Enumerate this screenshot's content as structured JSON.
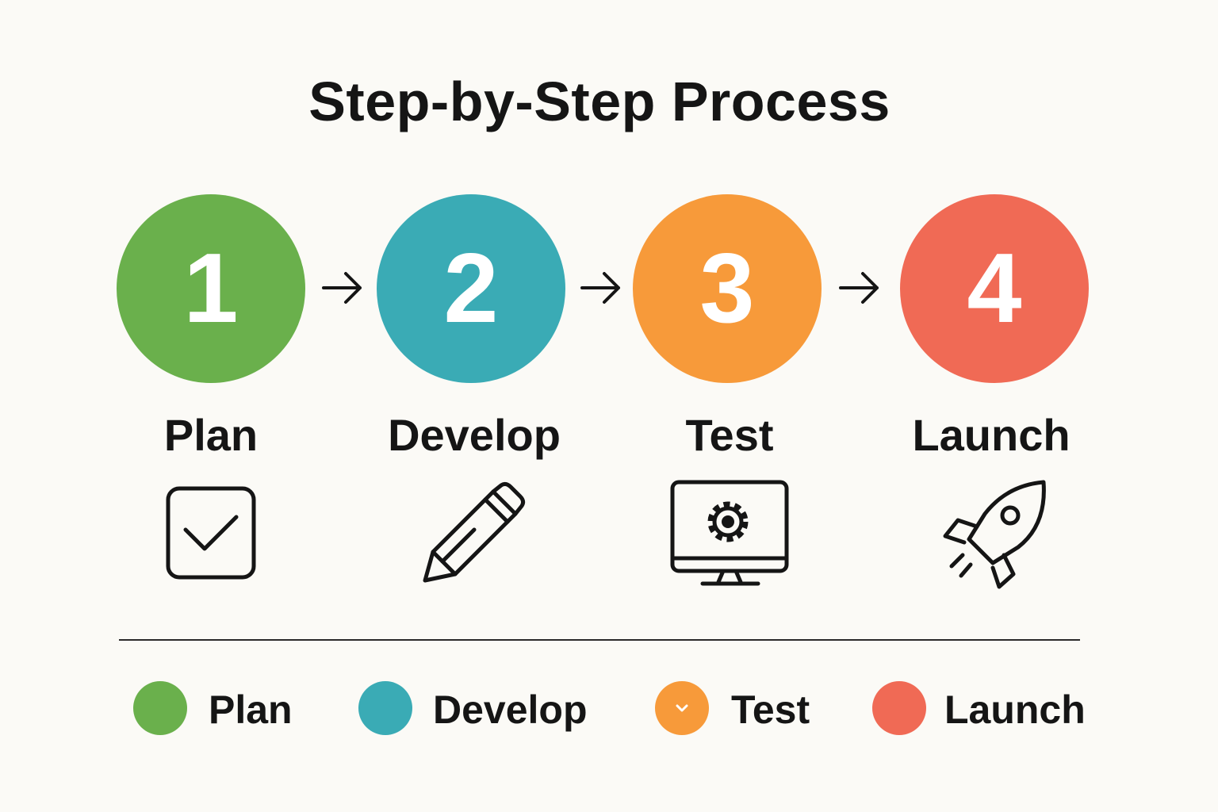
{
  "title": "Step-by-Step Process",
  "steps": [
    {
      "number": "1",
      "label": "Plan",
      "color": "#6ab04c",
      "icon": "checkbox-icon"
    },
    {
      "number": "2",
      "label": "Develop",
      "color": "#3aabb5",
      "icon": "pencil-icon"
    },
    {
      "number": "3",
      "label": "Test",
      "color": "#f79a3a",
      "icon": "monitor-gear-icon"
    },
    {
      "number": "4",
      "label": "Launch",
      "color": "#f06a55",
      "icon": "rocket-icon"
    }
  ],
  "legend": [
    {
      "label": "Plan",
      "color": "#6ab04c"
    },
    {
      "label": "Develop",
      "color": "#3aabb5"
    },
    {
      "label": "Test",
      "color": "#f79a3a",
      "icon": "chevron-down-icon"
    },
    {
      "label": "Launch",
      "color": "#f06a55"
    }
  ]
}
